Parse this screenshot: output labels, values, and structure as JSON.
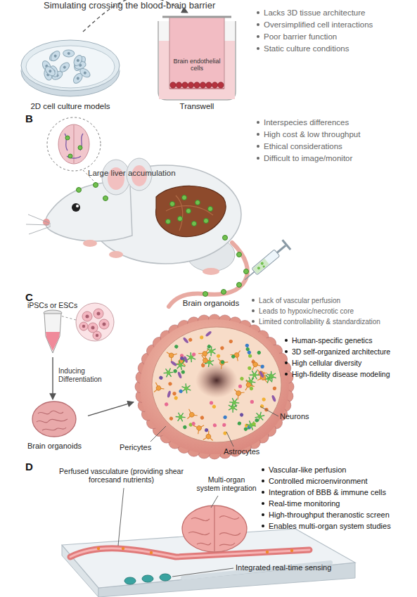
{
  "diagram": {
    "title": "Simulating crossing the blood-brain barrier",
    "nodes": [
      {
        "text": [
          "2D cell culture models"
        ]
      },
      {
        "text": [
          "Brain endothelial cells",
          "Transwell"
        ]
      },
      {
        "text": [
          "iPSCs or ESCs"
        ]
      },
      {
        "text": [
          "Brain organoids"
        ]
      },
      {
        "text": [
          "Brain organoids"
        ]
      }
    ],
    "edges": [
      {
        "from": 0,
        "to": 1,
        "arrow": "to"
      },
      {
        "from": 2,
        "to": 3,
        "label": "Inducing Differentiation",
        "arrow": "to"
      },
      {
        "from": 3,
        "to": 4,
        "arrow": "to"
      }
    ],
    "labels": [
      "Lacks 3D tissue architecture",
      "Oversimplified cell interactions",
      "Poor barrier function",
      "Static culture conditions",
      "B",
      "Interspecies differences",
      "High cost & low throughput",
      "Ethical considerations",
      "Difficult to image/monitor",
      "Large liver accumulation",
      "C",
      "Lack of vascular perfusion",
      "Leads to hypoxic/necrotic core",
      "Limited controllability & standardization",
      "Human-specific genetics",
      "3D self-organized architecture",
      "High cellular diversity",
      "High-fidelity disease modeling",
      "Neurons",
      "Pericytes",
      "Astrocytes",
      "D",
      "Perfused vasculature (providing shear forcesand nutrients)",
      "Multi-organ system integration",
      "Vascular-like perfusion",
      "Controlled microenvironment",
      "Integration of BBB & immune cells",
      "Real-time monitoring",
      "High-throughput theranostic screen",
      "Enables multi-organ system studies",
      "Integrated real-time sensing"
    ]
  }
}
